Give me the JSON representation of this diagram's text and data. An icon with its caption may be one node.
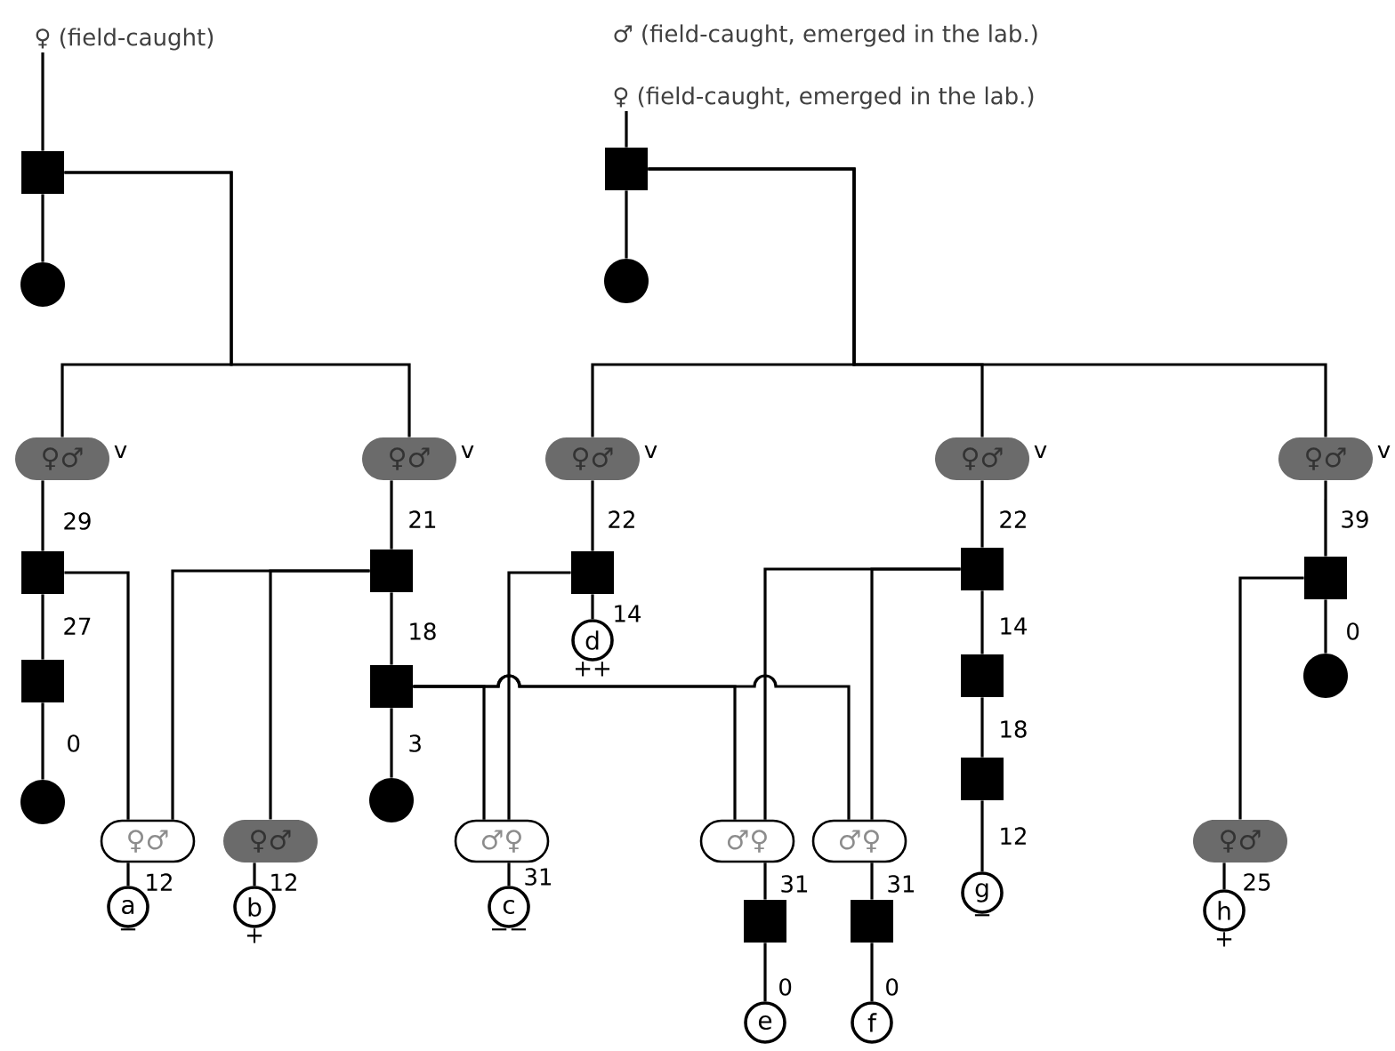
{
  "diagram": {
    "nodes": [
      {
        "text": [
          "♀ (field-caught)"
        ]
      },
      {
        "text": [],
        "shape": "box"
      },
      {
        "text": [],
        "shape": "circle"
      },
      {
        "text": [
          "♀ (field-caught, emerged in the lab.)"
        ]
      },
      {
        "text": [],
        "shape": "box"
      },
      {
        "text": [],
        "shape": "circle"
      },
      {
        "text": [
          "♀♂"
        ],
        "beside": [
          "v"
        ]
      },
      {
        "text": [
          "♀♂"
        ],
        "beside": [
          "v"
        ]
      },
      {
        "text": [
          "♀♂"
        ],
        "beside": [
          "v"
        ]
      },
      {
        "text": [
          "♀♂"
        ],
        "beside": [
          "v"
        ]
      },
      {
        "text": [
          "♀♂"
        ],
        "beside": [
          "v"
        ]
      },
      {
        "text": [],
        "shape": "box"
      },
      {
        "text": [],
        "shape": "box"
      },
      {
        "text": [],
        "shape": "circle"
      },
      {
        "text": [],
        "shape": "box"
      },
      {
        "text": [],
        "shape": "box"
      },
      {
        "text": [],
        "shape": "circle"
      },
      {
        "text": [],
        "shape": "box"
      },
      {
        "text": [
          "d"
        ],
        "beside": [
          "++"
        ]
      },
      {
        "text": [],
        "shape": "box"
      },
      {
        "text": [],
        "shape": "box"
      },
      {
        "text": [],
        "shape": "box"
      },
      {
        "text": [
          "g"
        ],
        "beside": [
          "−"
        ]
      },
      {
        "text": [],
        "shape": "box"
      },
      {
        "text": [],
        "shape": "circle"
      },
      {
        "text": [
          "♀♂"
        ]
      },
      {
        "text": [
          "♀♂"
        ]
      },
      {
        "text": [
          "♂♀"
        ]
      },
      {
        "text": [
          "♂♀"
        ]
      },
      {
        "text": [
          "♂♀"
        ]
      },
      {
        "text": [
          "♀♂"
        ]
      },
      {
        "text": [
          "a"
        ],
        "beside": [
          "−"
        ]
      },
      {
        "text": [
          "b"
        ],
        "beside": [
          "+"
        ]
      },
      {
        "text": [
          "c"
        ],
        "beside": [
          "−−"
        ]
      },
      {
        "text": [],
        "shape": "box"
      },
      {
        "text": [],
        "shape": "box"
      },
      {
        "text": [
          "e"
        ]
      },
      {
        "text": [
          "f"
        ]
      },
      {
        "text": [
          "h"
        ],
        "beside": [
          "+"
        ]
      }
    ],
    "edges": [
      {
        "from": 0,
        "to": 1,
        "arrow": "none"
      },
      {
        "from": 1,
        "to": 2,
        "arrow": "none"
      },
      {
        "from": 1,
        "to": 6,
        "arrow": "none"
      },
      {
        "from": 1,
        "to": 7,
        "arrow": "none"
      },
      {
        "from": 3,
        "to": 4,
        "arrow": "none"
      },
      {
        "from": 4,
        "to": 5,
        "arrow": "none"
      },
      {
        "from": 4,
        "to": 8,
        "arrow": "none"
      },
      {
        "from": 4,
        "to": 9,
        "arrow": "none"
      },
      {
        "from": 4,
        "to": 10,
        "arrow": "none"
      },
      {
        "from": 6,
        "to": 11,
        "arrow": "none",
        "label": "29"
      },
      {
        "from": 11,
        "to": 12,
        "arrow": "none",
        "label": "27"
      },
      {
        "from": 12,
        "to": 13,
        "arrow": "none",
        "label": "0"
      },
      {
        "from": 7,
        "to": 14,
        "arrow": "none",
        "label": "21"
      },
      {
        "from": 14,
        "to": 15,
        "arrow": "none",
        "label": "18"
      },
      {
        "from": 15,
        "to": 16,
        "arrow": "none",
        "label": "3"
      },
      {
        "from": 8,
        "to": 17,
        "arrow": "none",
        "label": "22"
      },
      {
        "from": 17,
        "to": 18,
        "arrow": "none",
        "label": "14"
      },
      {
        "from": 9,
        "to": 19,
        "arrow": "none",
        "label": "22"
      },
      {
        "from": 19,
        "to": 20,
        "arrow": "none",
        "label": "14"
      },
      {
        "from": 20,
        "to": 21,
        "arrow": "none",
        "label": "18"
      },
      {
        "from": 21,
        "to": 22,
        "arrow": "none",
        "label": "12"
      },
      {
        "from": 10,
        "to": 23,
        "arrow": "none",
        "label": "39"
      },
      {
        "from": 23,
        "to": 24,
        "arrow": "none",
        "label": "0"
      },
      {
        "from": 11,
        "to": 25,
        "arrow": "none"
      },
      {
        "from": 14,
        "to": 25,
        "arrow": "none"
      },
      {
        "from": 14,
        "to": 26,
        "arrow": "none"
      },
      {
        "from": 15,
        "to": 27,
        "arrow": "none"
      },
      {
        "from": 17,
        "to": 27,
        "arrow": "none"
      },
      {
        "from": 15,
        "to": 28,
        "arrow": "none"
      },
      {
        "from": 19,
        "to": 28,
        "arrow": "none"
      },
      {
        "from": 15,
        "to": 29,
        "arrow": "none"
      },
      {
        "from": 19,
        "to": 29,
        "arrow": "none"
      },
      {
        "from": 23,
        "to": 30,
        "arrow": "none"
      },
      {
        "from": 25,
        "to": 31,
        "arrow": "none",
        "label": "12"
      },
      {
        "from": 26,
        "to": 32,
        "arrow": "none",
        "label": "12"
      },
      {
        "from": 27,
        "to": 33,
        "arrow": "none",
        "label": "31"
      },
      {
        "from": 28,
        "to": 34,
        "arrow": "none",
        "label": "31"
      },
      {
        "from": 29,
        "to": 35,
        "arrow": "none",
        "label": "31"
      },
      {
        "from": 34,
        "to": 36,
        "arrow": "none",
        "label": "0"
      },
      {
        "from": 35,
        "to": 37,
        "arrow": "none",
        "label": "0"
      },
      {
        "from": 30,
        "to": 38,
        "arrow": "none",
        "label": "25"
      }
    ],
    "labels": [
      "♂ (field-caught, emerged in the lab.)"
    ]
  }
}
